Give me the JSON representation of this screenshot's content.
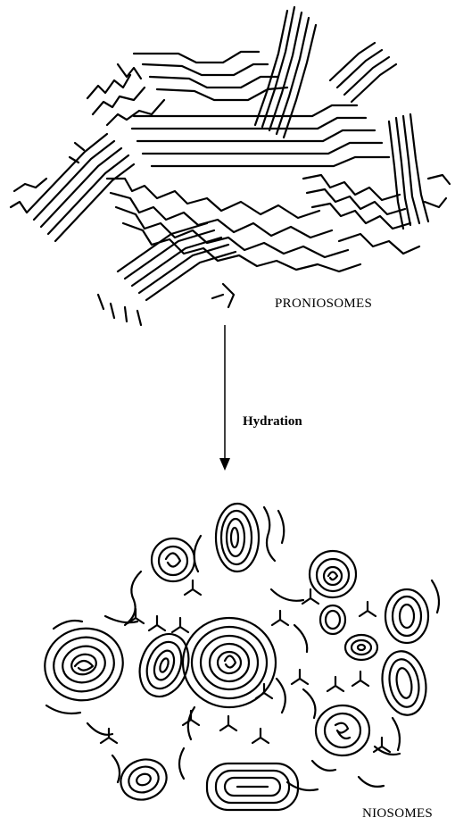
{
  "labels": {
    "proniosomes": "PRONIOSOMES",
    "hydration": "Hydration",
    "niosomes": "NIOSOMES"
  },
  "colors": {
    "ink": "#000000",
    "background": "#ffffff"
  }
}
